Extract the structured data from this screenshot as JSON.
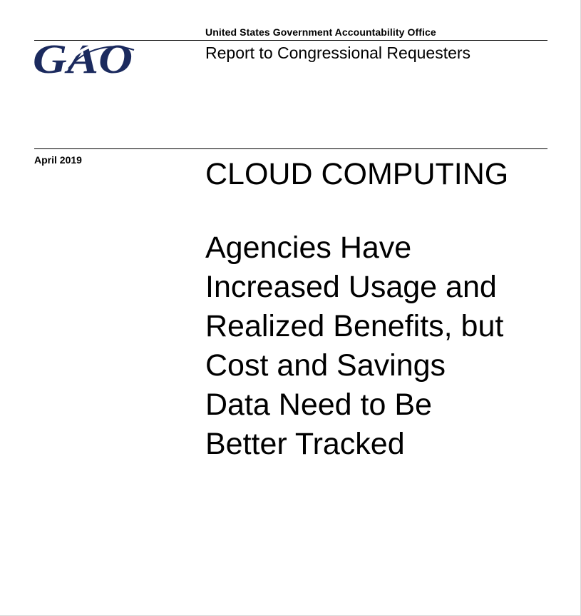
{
  "header": {
    "logo_text": "GAO",
    "agency": "United States Government Accountability Office",
    "report_type": "Report to Congressional Requesters"
  },
  "cover": {
    "date": "April 2019",
    "topic": "CLOUD COMPUTING",
    "title_lines": [
      "Agencies Have",
      "Increased Usage and",
      "Realized Benefits, but",
      "Cost and Savings",
      "Data Need to Be",
      "Better Tracked"
    ]
  },
  "colors": {
    "logo_navy": "#1b2a5e",
    "rule": "#000000",
    "text": "#000000"
  }
}
